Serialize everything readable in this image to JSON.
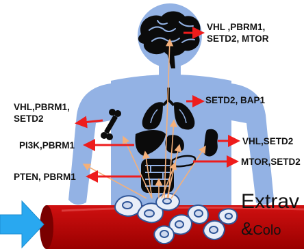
{
  "colors": {
    "body": "#93b2e4",
    "organ": "#0b0b0b",
    "arrow_red": "#ee1c1c",
    "arrow_orange": "#f4b07a",
    "vessel": "#c00000",
    "vessel_dark": "#7a0000",
    "cell_fill": "#e9eef8",
    "cell_stroke": "#2f5597",
    "flow_arrow": "#29a8f0"
  },
  "labels": {
    "brain": {
      "line1": "VHL ,PBRM1,",
      "line2": "SETD2, MTOR"
    },
    "lung": "SETD2, BAP1",
    "bone": {
      "line1": "VHL,PBRM1,",
      "line2": "SETD2"
    },
    "liver": "PI3K,PBRM1",
    "kidney": "VHL,SETD2",
    "pancreas": "MTOR,SETD2",
    "intestine": "PTEN, PBRM1"
  },
  "caption": {
    "line1": "Extrav",
    "line2_amp": "&",
    "line2_rest": "Colo"
  }
}
